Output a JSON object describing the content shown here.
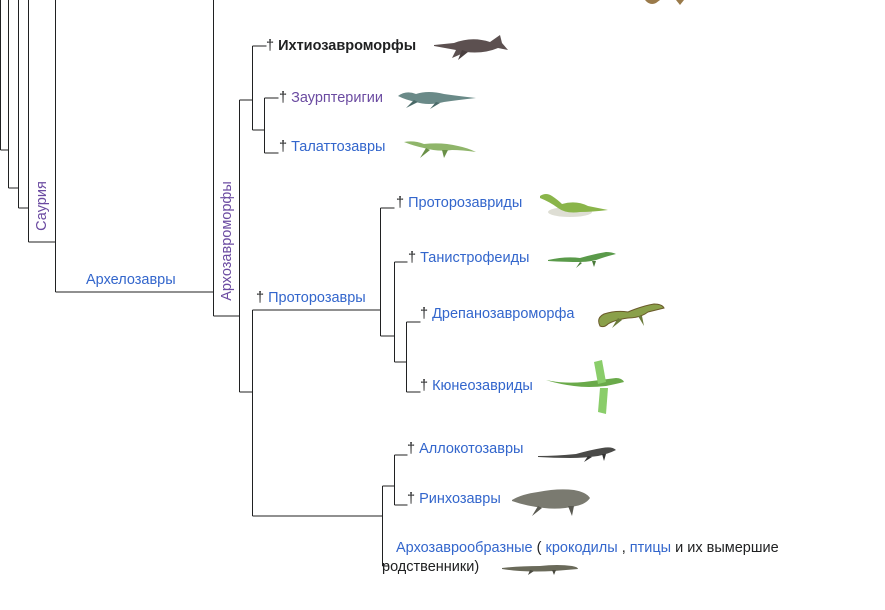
{
  "clades": {
    "sauria": "Саурия",
    "archelosauria": "Архелозавры",
    "archosauromorpha": "Архозавроморфы",
    "protorosauria": "Протор​озавры"
  },
  "taxa": {
    "ichthyosauromorpha": "Ихтиозавроморфы",
    "sauropterygia": "Заурптеригии",
    "thalattosauria": "Талаттозавры",
    "protorosauridae": "Проторозавриды",
    "tanystropheidae": "Танистрофеиды",
    "drepanosauromorpha": "Дрепанозавроморфа",
    "kuehneosauridae": "Кюнеозавриды",
    "allokotosauria": "Аллокотозавры",
    "rhynchosauria": "Ринхозавры"
  },
  "archosauriformes": {
    "name": "Архозаврообразные",
    "open_paren": "(",
    "crocodiles": "крокодилы",
    "comma": ",",
    "birds": "птицы",
    "rest_line1": "и их вымершие",
    "rest_line2": "родственники)"
  },
  "dagger": "†",
  "icons": [
    "ichthyosaur-icon",
    "plesiosaur-icon",
    "thalattosaur-icon",
    "protorosaur-icon",
    "tanystropheus-icon",
    "drepanosaur-icon",
    "kuehneosaur-icon",
    "allokotosaur-icon",
    "rhynchosaur-icon",
    "crocodile-icon",
    "partial-animal-icon"
  ],
  "colors": {
    "link": "#3366cc",
    "visited": "#6b4ba1",
    "line": "#202122"
  }
}
